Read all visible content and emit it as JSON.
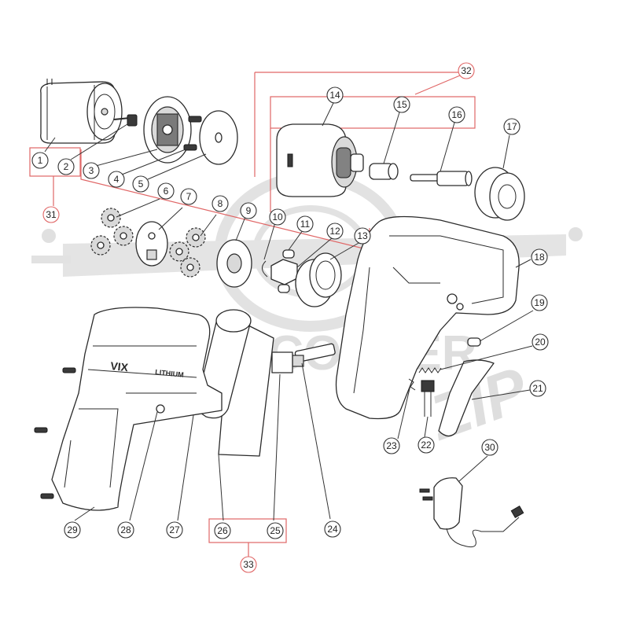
{
  "watermark": {
    "line1": "SCOOTER",
    "line2": "ZIP"
  },
  "brand_text": {
    "logo": "VIX",
    "sub": "LITHIUM"
  },
  "parts": [
    "1",
    "2",
    "3",
    "4",
    "5",
    "6",
    "7",
    "8",
    "9",
    "10",
    "11",
    "12",
    "13",
    "14",
    "15",
    "16",
    "17",
    "18",
    "19",
    "20",
    "21",
    "22",
    "23",
    "24",
    "25",
    "26",
    "27",
    "28",
    "29",
    "30"
  ],
  "groups": [
    "31",
    "32",
    "33"
  ]
}
